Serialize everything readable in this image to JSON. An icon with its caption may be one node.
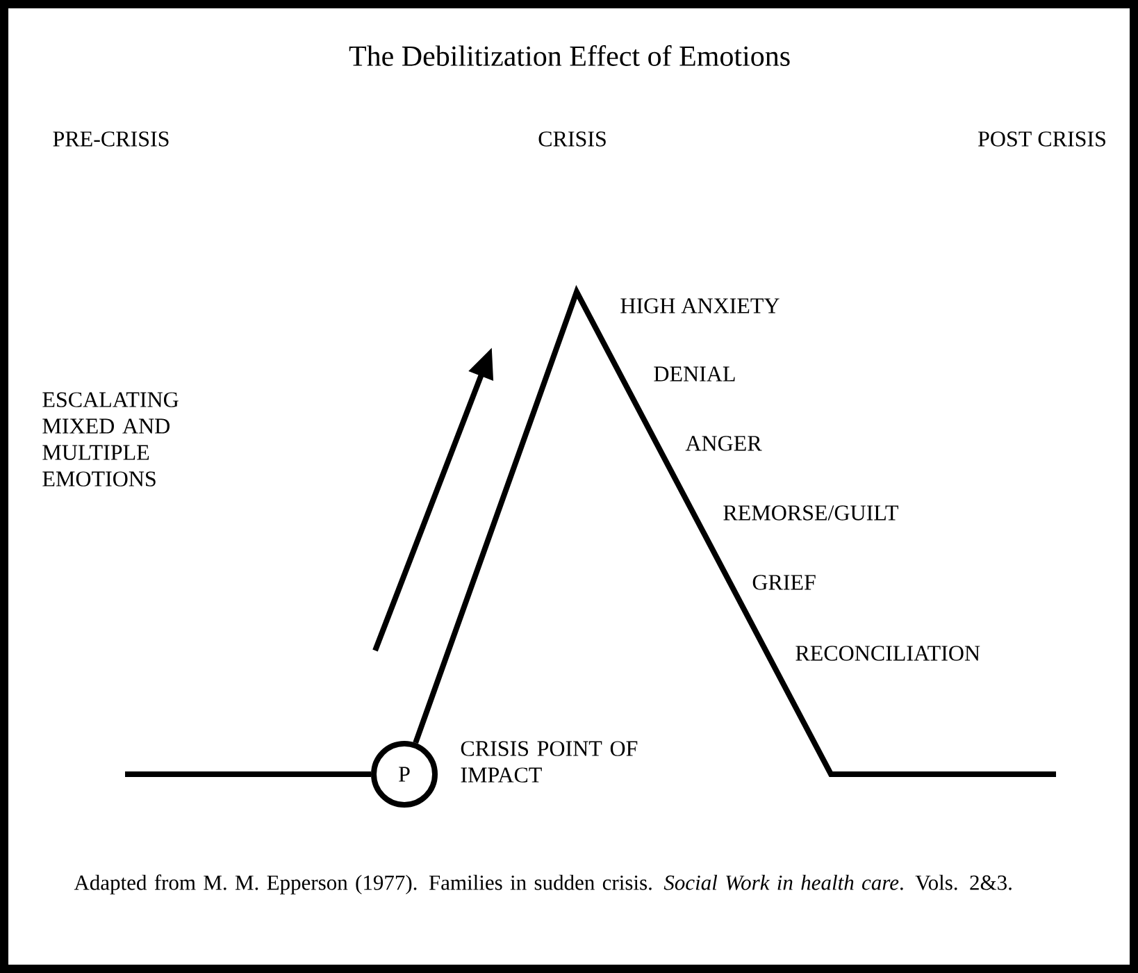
{
  "diagram": {
    "title": "The Debilitization Effect of Emotions",
    "caption": "Adapted from M. M. Epperson (1977). Families in sudden crisis. *Social Work in health care*. Vols. 2&3.",
    "nodes": [
      {
        "text": [
          "P"
        ],
        "beside": [
          "CRISIS POINT OF IMPACT"
        ]
      }
    ],
    "labels": [
      "PRE-CRISIS",
      "CRISIS",
      "POST CRISIS",
      "ESCALATING MIXED AND MULTIPLE EMOTIONS",
      "HIGH ANXIETY",
      "DENIAL",
      "ANGER",
      "REMORSE/GUILT",
      "GRIEF",
      "RECONCILIATION"
    ]
  }
}
